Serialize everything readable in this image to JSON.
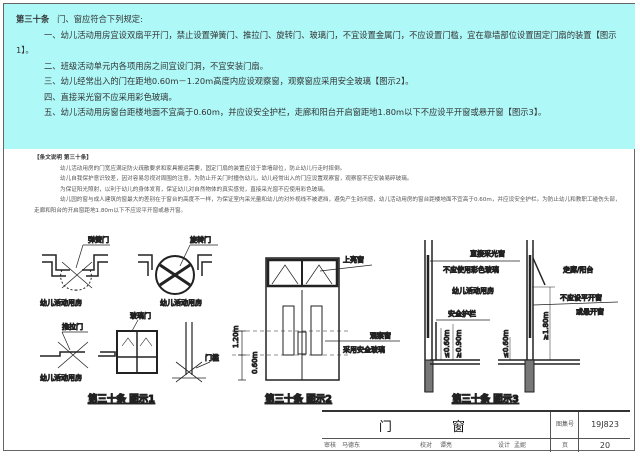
{
  "rule": {
    "heading": "第三十条",
    "intro": "门、窗应符合下列规定:",
    "items": [
      "一、幼儿活动用房宜设双扇平开门，禁止设置弹簧门、推拉门、旋转门、玻璃门，不宜设置金属门，不应设置门槛，宜在靠墙部位设置固定门扇的装置【图示1】。",
      "二、班级活动单元内各项用房之间宜设门洞，不宜安装门扇。",
      "三、幼儿经常出入的门在距地0.60m－1.20m高度内应设观察窗，观察窗应采用安全玻璃【图示2】。",
      "四、直接采光窗不应采用彩色玻璃。",
      "五、幼儿活动用房窗台距楼地面不宜高于0.60m，并应设安全护栏，走廊和阳台开启窗距地1.80m以下不应设平开窗或悬开窗【图示3】。"
    ]
  },
  "explanation": {
    "heading": "【条文说明 第三十条】",
    "paragraphs": [
      "幼儿活动用房的门宽应满足防火疏散要求和家具搬运需要，固定门扇的装置应设于靠墙部位，防止幼儿行走时摔倒。",
      "幼儿自我保护意识较差，因对容易忽视对周围的注意，为防止开关门时撞伤幼儿，幼儿经常出入的门应设置观察窗，观察窗不应安装易碎玻璃。",
      "为保证阳光照射，以利于幼儿的身体发育，保证幼儿对自然物体的真实感觉，直接采光窗不应使用彩色玻璃。",
      "幼儿园的窗与成人建筑的窗最大的差别在于窗台的高度不一样，为保证室内采光量和幼儿的对外视线不被遮挡，避免产生封闭感，幼儿活动用房的窗台距楼地面不宜高于0.60m，并应设安全护栏。为防止幼儿和教职工碰伤头部，走廊和阳台的开启窗距地1.80m以下不应设平开窗或悬开窗。"
    ]
  },
  "figure1": {
    "caption": "第三十条  图示1",
    "labels": {
      "spring_door": "弹簧门",
      "revolving_door": "旋转门",
      "room1": "幼儿活动用房",
      "room2": "幼儿活动用房",
      "sliding_door": "推拉门",
      "room3": "幼儿活动用房",
      "glass_door": "玻璃门",
      "threshold": "门槛"
    }
  },
  "figure2": {
    "caption": "第三十条  图示2",
    "labels": {
      "transom": "上亮窗",
      "observation": "观察窗",
      "safety_glass": "采用安全玻璃",
      "dim_high": "1.20m",
      "dim_low": "0.60m"
    }
  },
  "figure3": {
    "caption": "第三十条  图示3",
    "labels": {
      "direct_window": "直接采光窗",
      "no_color_glass": "不应使用彩色玻璃",
      "room": "幼儿活动用房",
      "railing": "安全护栏",
      "corridor": "走廊/阳台",
      "no_casement": "不应设平开窗",
      "or_hopper": "或悬开窗",
      "dim1": "≤0.60m",
      "dim2": "≥0.90m",
      "dim3": "≤0.60m",
      "dim4": "≥1.80m"
    }
  },
  "title_block": {
    "title": "门 窗",
    "atlas_label": "图集号",
    "atlas_no": "19J823",
    "review": "审核",
    "reviewer": "马德东",
    "check": "校对",
    "checker": "谭亮",
    "design": "设计",
    "designer": "孟妮",
    "page_label": "页",
    "page": "20"
  }
}
